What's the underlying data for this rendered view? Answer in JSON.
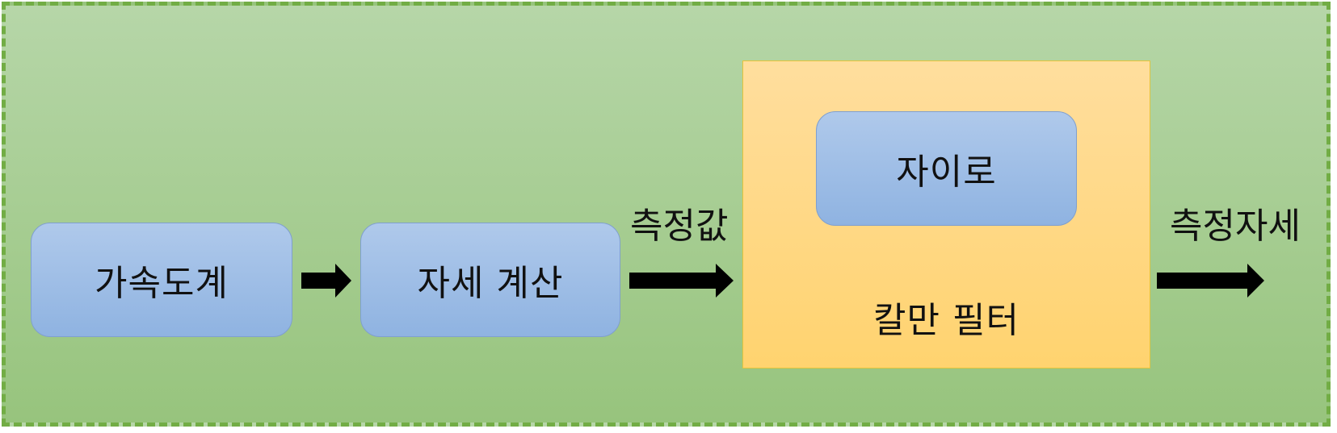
{
  "diagram": {
    "nodes": {
      "accelerometer": "가속도계",
      "attitude_calc": "자세 계산",
      "kalman_filter": "칼만 필터",
      "gyro": "자이로"
    },
    "edge_labels": {
      "measured_value": "측정값",
      "measured_attitude": "측정자세"
    }
  },
  "colors": {
    "background": "#a7cd8f",
    "border": "#72ad45",
    "block": "#9fbde6",
    "filter": "#ffd88a",
    "arrow": "#000000"
  }
}
